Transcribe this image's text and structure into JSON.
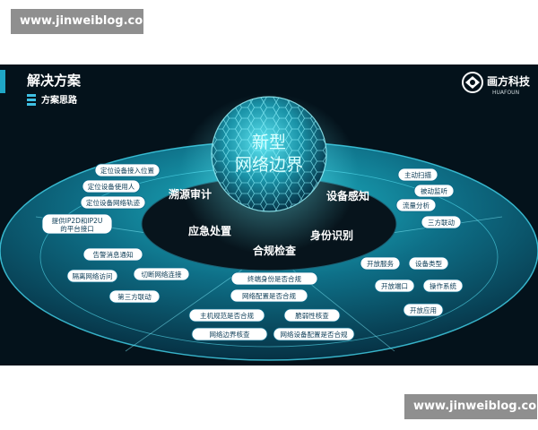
{
  "watermark_top": "www.jinweiblog.com",
  "watermark_bottom": "www.jinweiblog.com",
  "slide": {
    "title": "解决方案",
    "subtitle": "方案思路",
    "logo_name": "画方科技",
    "logo_en": "HUAFOUN",
    "center_line1": "新型",
    "center_line2": "网络边界",
    "sections": {
      "trace": "溯源审计",
      "sense": "设备感知",
      "respond": "应急处置",
      "identify": "身份识别",
      "compliance": "合规检查"
    },
    "trace_items": [
      "定位设备接入位置",
      "定位设备使用人",
      "定位设备网络轨迹",
      "提供IP2D和IP2U",
      "的平台接口"
    ],
    "sense_items": [
      "主动扫描",
      "被动监听",
      "流量分析",
      "三方联动"
    ],
    "respond_items": [
      "告警消息通知",
      "隔离网络访问",
      "切断网络连接",
      "第三方联动"
    ],
    "identify_items": [
      "开放服务",
      "设备类型",
      "开放端口",
      "操作系统",
      "开放应用"
    ],
    "compliance_items": [
      "终端身份是否合规",
      "网络配置是否合规",
      "主机规范是否合规",
      "脆弱性核查",
      "网络边界核查",
      "网络设备配置是否合规"
    ]
  }
}
